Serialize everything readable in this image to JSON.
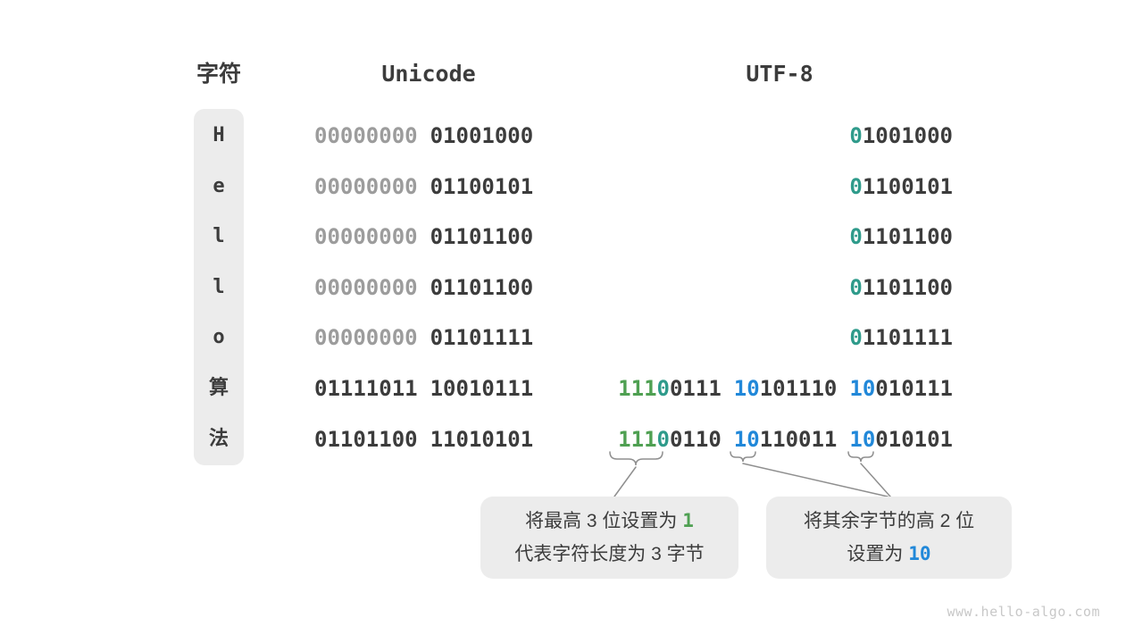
{
  "colors": {
    "dark": "#3c3c3c",
    "gray": "#9c9c9c",
    "teal": "#2f9b8b",
    "green": "#4fa052",
    "blue": "#2188d9",
    "panel": "#ececec",
    "line": "#8f8f8f",
    "watermark": "#c8c8c8"
  },
  "header": {
    "char_label": "字符",
    "unicode_label": "Unicode",
    "utf8_label": "UTF-8"
  },
  "rows": [
    {
      "char": "H",
      "uni": [
        {
          "t": "00000000",
          "c": "gray"
        },
        {
          "t": "01001000",
          "c": "dark"
        }
      ],
      "utf8": [
        {
          "segs": [
            {
              "t": "0",
              "c": "teal"
            },
            {
              "t": "1001000",
              "c": "dark"
            }
          ]
        }
      ]
    },
    {
      "char": "e",
      "uni": [
        {
          "t": "00000000",
          "c": "gray"
        },
        {
          "t": "01100101",
          "c": "dark"
        }
      ],
      "utf8": [
        {
          "segs": [
            {
              "t": "0",
              "c": "teal"
            },
            {
              "t": "1100101",
              "c": "dark"
            }
          ]
        }
      ]
    },
    {
      "char": "l",
      "uni": [
        {
          "t": "00000000",
          "c": "gray"
        },
        {
          "t": "01101100",
          "c": "dark"
        }
      ],
      "utf8": [
        {
          "segs": [
            {
              "t": "0",
              "c": "teal"
            },
            {
              "t": "1101100",
              "c": "dark"
            }
          ]
        }
      ]
    },
    {
      "char": "l",
      "uni": [
        {
          "t": "00000000",
          "c": "gray"
        },
        {
          "t": "01101100",
          "c": "dark"
        }
      ],
      "utf8": [
        {
          "segs": [
            {
              "t": "0",
              "c": "teal"
            },
            {
              "t": "1101100",
              "c": "dark"
            }
          ]
        }
      ]
    },
    {
      "char": "o",
      "uni": [
        {
          "t": "00000000",
          "c": "gray"
        },
        {
          "t": "01101111",
          "c": "dark"
        }
      ],
      "utf8": [
        {
          "segs": [
            {
              "t": "0",
              "c": "teal"
            },
            {
              "t": "1101111",
              "c": "dark"
            }
          ]
        }
      ]
    },
    {
      "char": "算",
      "uni": [
        {
          "t": "01111011",
          "c": "dark"
        },
        {
          "t": "10010111",
          "c": "dark"
        }
      ],
      "utf8": [
        {
          "segs": [
            {
              "t": "111",
              "c": "green"
            },
            {
              "t": "0",
              "c": "teal"
            },
            {
              "t": "0111",
              "c": "dark"
            }
          ]
        },
        {
          "segs": [
            {
              "t": "10",
              "c": "blue"
            },
            {
              "t": "101110",
              "c": "dark"
            }
          ]
        },
        {
          "segs": [
            {
              "t": "10",
              "c": "blue"
            },
            {
              "t": "010111",
              "c": "dark"
            }
          ]
        }
      ]
    },
    {
      "char": "法",
      "uni": [
        {
          "t": "01101100",
          "c": "dark"
        },
        {
          "t": "11010101",
          "c": "dark"
        }
      ],
      "utf8": [
        {
          "segs": [
            {
              "t": "111",
              "c": "green"
            },
            {
              "t": "0",
              "c": "teal"
            },
            {
              "t": "0110",
              "c": "dark"
            }
          ]
        },
        {
          "segs": [
            {
              "t": "10",
              "c": "blue"
            },
            {
              "t": "110011",
              "c": "dark"
            }
          ]
        },
        {
          "segs": [
            {
              "t": "10",
              "c": "blue"
            },
            {
              "t": "010101",
              "c": "dark"
            }
          ]
        }
      ]
    }
  ],
  "notes": {
    "left": {
      "line1_pre": "将最高 3 位设置为 ",
      "line1_num": "1",
      "line2": "代表字符长度为 3 字节"
    },
    "right": {
      "line1": "将其余字节的高 2 位",
      "line2_pre": "设置为 ",
      "line2_num": "10"
    }
  },
  "watermark": "www.hello-algo.com"
}
